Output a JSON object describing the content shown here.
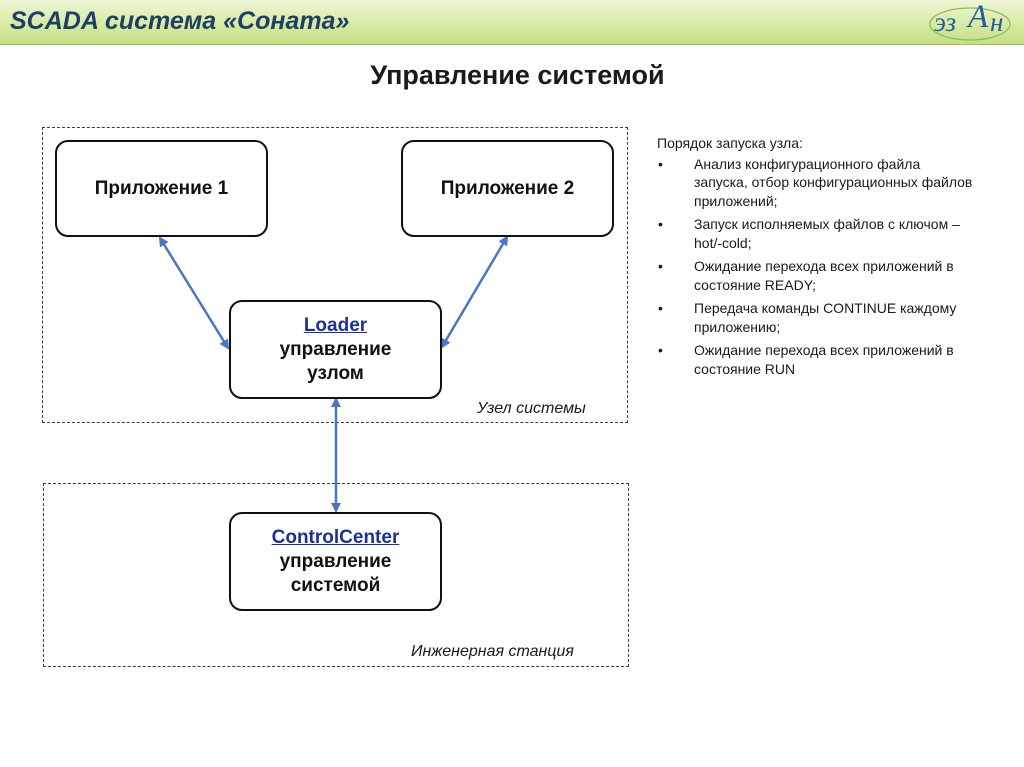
{
  "header": {
    "title": "SCADA система «Соната»",
    "logo_text": "эзАн"
  },
  "page_title": "Управление системой",
  "zones": {
    "system_node": "Узел системы",
    "engineering_station": "Инженерная станция"
  },
  "nodes": {
    "app1": "Приложение 1",
    "app2": "Приложение 2",
    "loader": {
      "link": "Loader",
      "line1": "управление",
      "line2": "узлом"
    },
    "control_center": {
      "link": "ControlCenter",
      "line1": "управление",
      "line2": "системой"
    }
  },
  "procedure": {
    "heading": "Порядок запуска узла:",
    "steps": [
      "Анализ конфигурационного файла запуска, отбор конфигурационных файлов приложений;",
      "Запуск исполняемых файлов с ключом –hot/-cold;",
      "Ожидание перехода всех приложений в состояние READY;",
      "Передача команды CONTINUE каждому приложению;",
      "Ожидание перехода всех приложений в состояние RUN"
    ]
  },
  "colors": {
    "header_bg": "#c3e082",
    "header_text": "#1f3f66",
    "arrow": "#4a76c4",
    "link": "#1d2f9a"
  }
}
